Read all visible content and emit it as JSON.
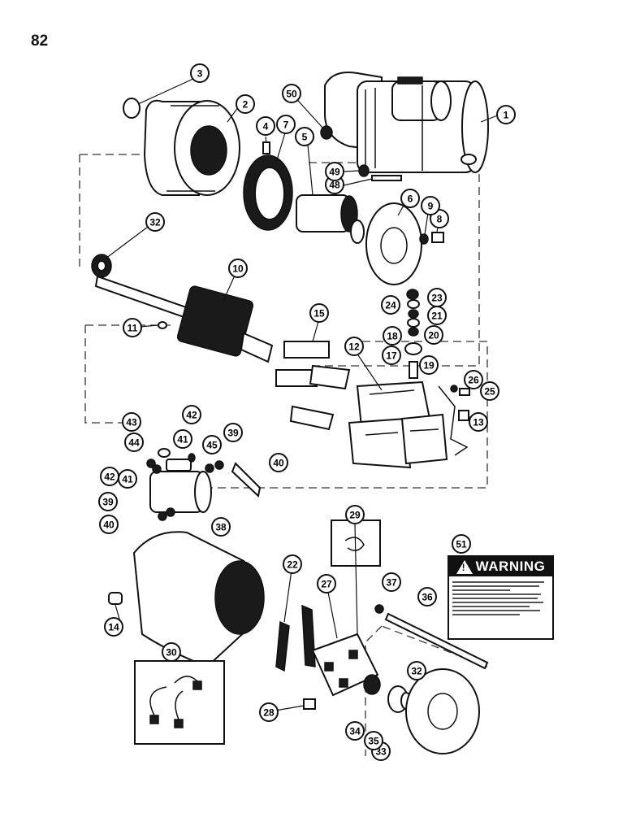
{
  "page": {
    "number": "82"
  },
  "warning_decal": {
    "title": "WARNING",
    "callout": "51"
  },
  "callouts": [
    {
      "id": "c1",
      "label": "1"
    },
    {
      "id": "c2",
      "label": "2"
    },
    {
      "id": "c3",
      "label": "3"
    },
    {
      "id": "c4",
      "label": "4"
    },
    {
      "id": "c5",
      "label": "5"
    },
    {
      "id": "c6",
      "label": "6"
    },
    {
      "id": "c7",
      "label": "7"
    },
    {
      "id": "c8",
      "label": "8"
    },
    {
      "id": "c9",
      "label": "9"
    },
    {
      "id": "c10",
      "label": "10"
    },
    {
      "id": "c11",
      "label": "11"
    },
    {
      "id": "c12",
      "label": "12"
    },
    {
      "id": "c13",
      "label": "13"
    },
    {
      "id": "c14",
      "label": "14"
    },
    {
      "id": "c15",
      "label": "15"
    },
    {
      "id": "c17",
      "label": "17"
    },
    {
      "id": "c18",
      "label": "18"
    },
    {
      "id": "c19",
      "label": "19"
    },
    {
      "id": "c20",
      "label": "20"
    },
    {
      "id": "c21",
      "label": "21"
    },
    {
      "id": "c22",
      "label": "22"
    },
    {
      "id": "c23",
      "label": "23"
    },
    {
      "id": "c24",
      "label": "24"
    },
    {
      "id": "c25",
      "label": "25"
    },
    {
      "id": "c26",
      "label": "26"
    },
    {
      "id": "c27",
      "label": "27"
    },
    {
      "id": "c28",
      "label": "28"
    },
    {
      "id": "c29",
      "label": "29"
    },
    {
      "id": "c30",
      "label": "30"
    },
    {
      "id": "c32a",
      "label": "32"
    },
    {
      "id": "c32b",
      "label": "32"
    },
    {
      "id": "c33",
      "label": "33"
    },
    {
      "id": "c34",
      "label": "34"
    },
    {
      "id": "c35",
      "label": "35"
    },
    {
      "id": "c36",
      "label": "36"
    },
    {
      "id": "c37",
      "label": "37"
    },
    {
      "id": "c38",
      "label": "38"
    },
    {
      "id": "c39a",
      "label": "39"
    },
    {
      "id": "c39b",
      "label": "39"
    },
    {
      "id": "c40a",
      "label": "40"
    },
    {
      "id": "c40b",
      "label": "40"
    },
    {
      "id": "c41a",
      "label": "41"
    },
    {
      "id": "c41b",
      "label": "41"
    },
    {
      "id": "c42a",
      "label": "42"
    },
    {
      "id": "c42b",
      "label": "42"
    },
    {
      "id": "c43",
      "label": "43"
    },
    {
      "id": "c44",
      "label": "44"
    },
    {
      "id": "c45",
      "label": "45"
    },
    {
      "id": "c48",
      "label": "48"
    },
    {
      "id": "c49",
      "label": "49"
    },
    {
      "id": "c50",
      "label": "50"
    },
    {
      "id": "c51",
      "label": "51"
    }
  ]
}
